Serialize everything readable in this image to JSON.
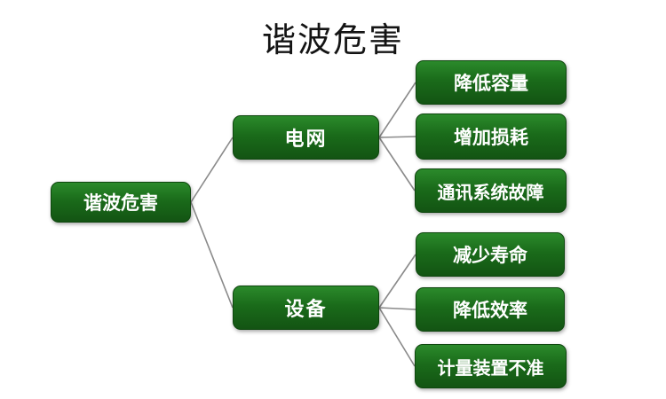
{
  "title": "谐波危害",
  "colors": {
    "node_green": "#1a6b1a",
    "node_green_dark": "#135413",
    "node_border": "#0e460e",
    "line_gray": "#8a8a8a",
    "node_text": "#ffffff",
    "title_text": "#141414"
  },
  "diagram": {
    "type": "tree",
    "root": {
      "label": "谐波危害"
    },
    "branches": [
      {
        "label": "电网",
        "children": [
          {
            "label": "降低容量"
          },
          {
            "label": "增加损耗"
          },
          {
            "label": "通讯系统故障"
          }
        ]
      },
      {
        "label": "设备",
        "children": [
          {
            "label": "减少寿命"
          },
          {
            "label": "降低效率"
          },
          {
            "label": "计量装置不准"
          }
        ]
      }
    ]
  }
}
